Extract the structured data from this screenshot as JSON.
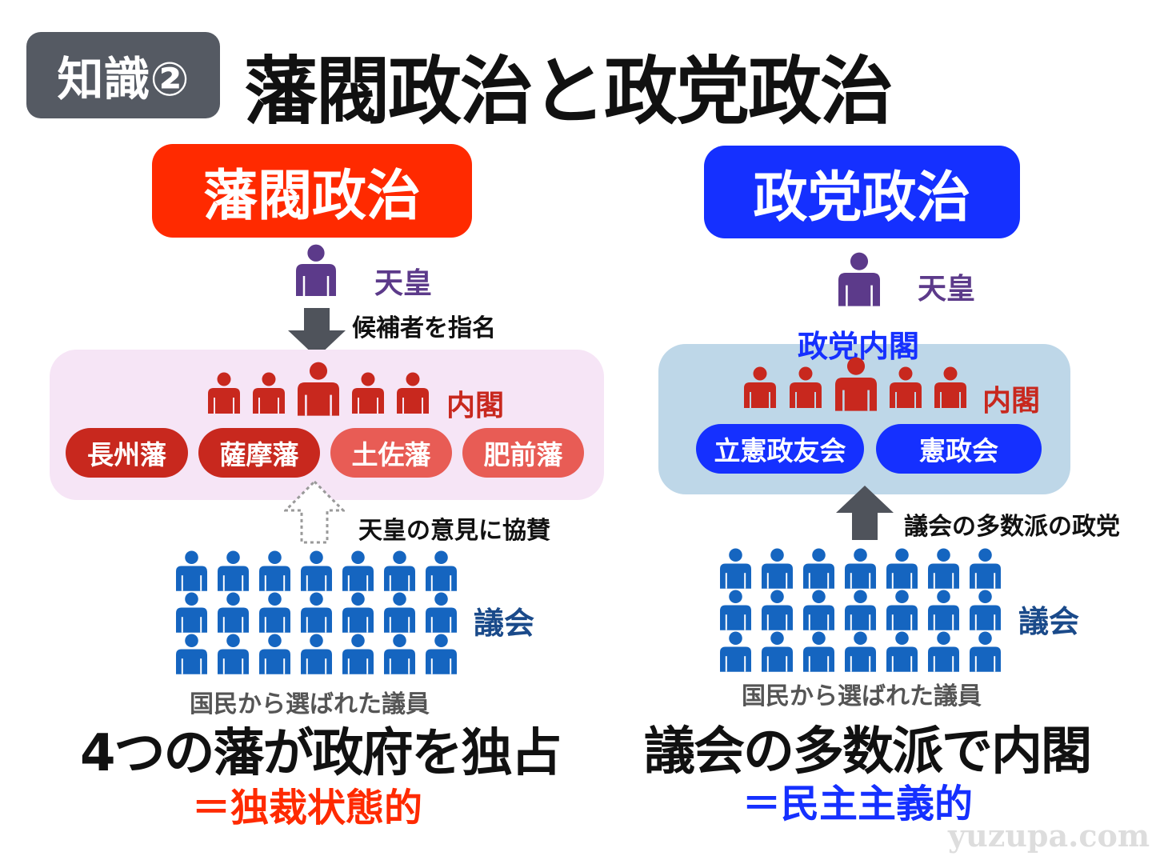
{
  "badge": "知識②",
  "title": "藩閥政治と政党政治",
  "left": {
    "header": "藩閥政治",
    "emperor": "天皇",
    "nominate": "候補者を指名",
    "cabinet": "内閣",
    "domains": [
      "長州藩",
      "薩摩藩",
      "土佐藩",
      "肥前藩"
    ],
    "support": "天皇の意見に協賛",
    "diet": "議会",
    "members": "国民から選ばれた議員",
    "summary": "4つの藩が政府を独占",
    "conclusion": "＝独裁状態的"
  },
  "right": {
    "header": "政党政治",
    "emperor": "天皇",
    "party_cabinet": "政党内閣",
    "cabinet": "内閣",
    "parties": [
      "立憲政友会",
      "憲政会"
    ],
    "majority": "議会の多数派の政党",
    "diet": "議会",
    "members": "国民から選ばれた議員",
    "summary": "議会の多数派で内閣",
    "conclusion": "＝民主主義的"
  },
  "watermark": "yuzupa.com",
  "colors": {
    "red": "#ff2a00",
    "blue": "#1530ff",
    "purple": "#5c3a8a",
    "cabinet_red": "#c8281e",
    "diet_blue": "#1565c0"
  }
}
